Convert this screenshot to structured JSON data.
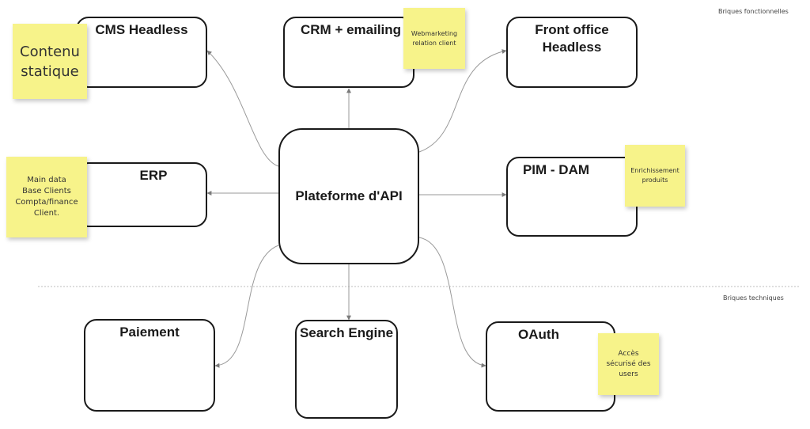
{
  "sections": {
    "top_label": "Briques fonctionnelles",
    "bottom_label": "Briques techniques"
  },
  "nodes": {
    "center": "Plateforme d'API",
    "cms": "CMS Headless",
    "crm": "CRM + emailing",
    "front_office": "Front office\nHeadless",
    "erp": "ERP",
    "pim_dam": "PIM - DAM",
    "paiement": "Paiement",
    "search_engine": "Search Engine",
    "oauth": "OAuth"
  },
  "stickies": {
    "contenu": "Contenu\nstatique",
    "crm_note": "Webmarketing\nrelation client",
    "erp_note": "Main data\nBase Clients\nCompta/finance\nClient.",
    "pim_note": "Enrichissement\nproduits",
    "oauth_note": "Accès\nsécurisé des\nusers"
  },
  "colors": {
    "sticky": "#f7f38a",
    "border": "#1a1a1a",
    "connector": "#9a9a9a"
  }
}
